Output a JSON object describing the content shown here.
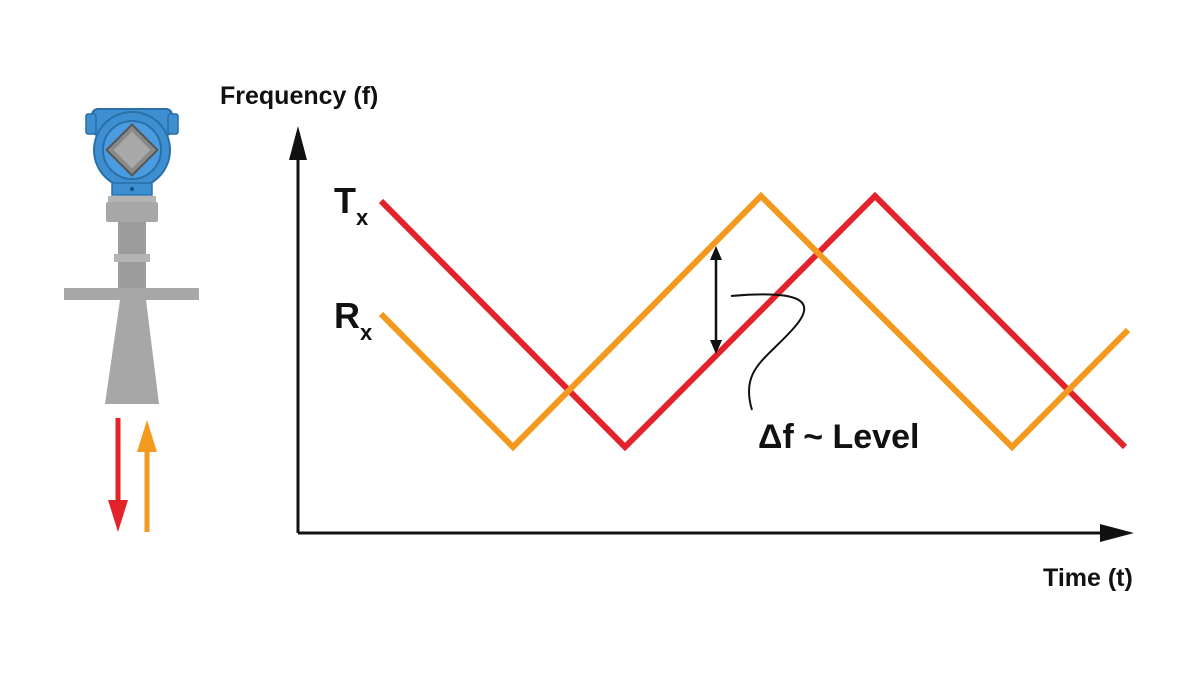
{
  "colors": {
    "tx": "#e3232c",
    "rx": "#f39a1e",
    "axis": "#111111",
    "device_blue": "#3d8fd1",
    "device_gray": "#a7a7a7"
  },
  "axes": {
    "y_label": "Frequency (f)",
    "x_label": "Time (t)"
  },
  "signals": {
    "tx": {
      "letter": "T",
      "subscript": "x"
    },
    "rx": {
      "letter": "R",
      "subscript": "x"
    }
  },
  "annotation": {
    "text": "Δf ~ Level"
  },
  "device": {
    "icon": "radar-level-transmitter-icon",
    "down_arrow_icon": "arrow-down-icon",
    "up_arrow_icon": "arrow-up-icon"
  }
}
